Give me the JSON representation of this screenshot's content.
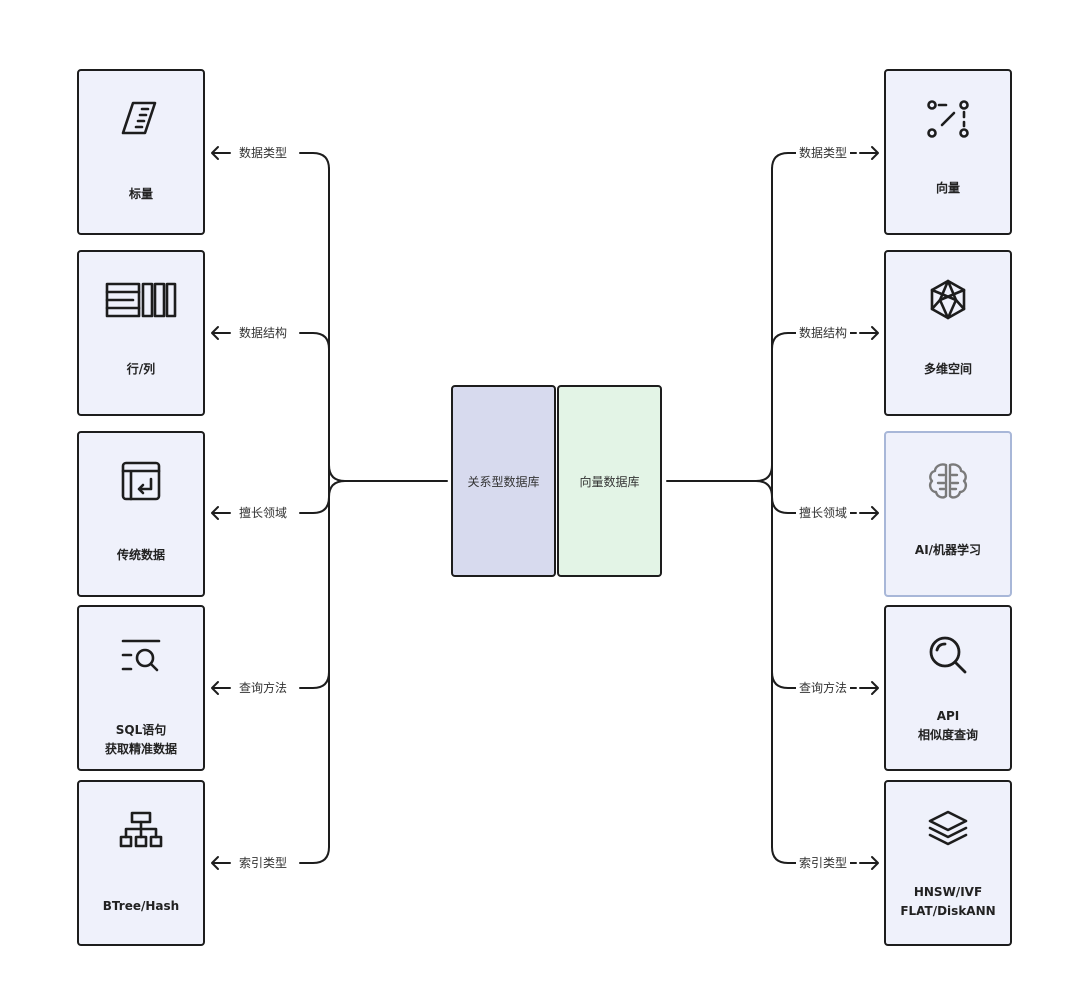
{
  "center": {
    "relational": "关系型数据库",
    "vector": "向量数据库",
    "relational_color": "#d7daee",
    "vector_color": "#e3f4e6"
  },
  "left": {
    "items": [
      {
        "edge": "数据类型",
        "label": "标量",
        "icon": "ruler-icon"
      },
      {
        "edge": "数据结构",
        "label": "行/列",
        "icon": "table-rows-columns-icon"
      },
      {
        "edge": "擅长领域",
        "label": "传统数据",
        "icon": "layout-transfer-icon"
      },
      {
        "edge": "查询方法",
        "label": "SQL语句\n获取精准数据",
        "icon": "list-search-icon"
      },
      {
        "edge": "索引类型",
        "label": "BTree/Hash",
        "icon": "tree-hierarchy-icon"
      }
    ]
  },
  "right": {
    "items": [
      {
        "edge": "数据类型",
        "label": "向量",
        "icon": "vector-points-icon"
      },
      {
        "edge": "数据结构",
        "label": "多维空间",
        "icon": "polyhedron-icon"
      },
      {
        "edge": "擅长领域",
        "label": "AI/机器学习",
        "icon": "brain-icon"
      },
      {
        "edge": "查询方法",
        "label": "API\n相似度查询",
        "icon": "search-icon"
      },
      {
        "edge": "索引类型",
        "label": "HNSW/IVF\nFLAT/DiskANN",
        "icon": "layers-icon"
      }
    ]
  },
  "colors": {
    "card_fill": "#eff1fb",
    "stroke": "#1d1d1d",
    "highlight_border": "#a8b7d8"
  }
}
